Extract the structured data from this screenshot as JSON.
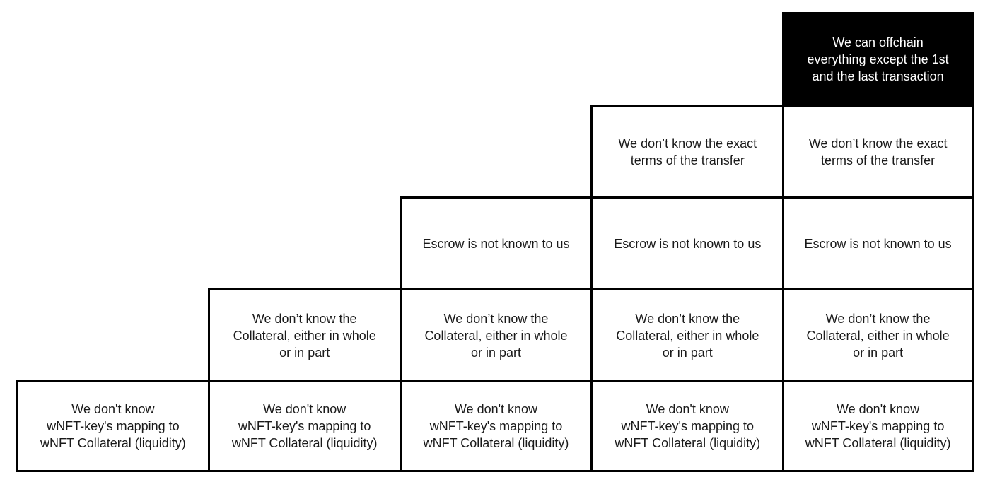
{
  "colors": {
    "background": "#ffffff",
    "border": "#000000",
    "text": "#1a1a1a",
    "highlight_bg": "#000000",
    "highlight_text": "#ffffff"
  },
  "cells": {
    "offchain": {
      "text": "We can offchain\neverything except the 1st\nand the last transaction"
    },
    "transfer": {
      "text": "We don’t know the exact\nterms of the transfer"
    },
    "escrow": {
      "text": "Escrow is not known to us"
    },
    "collateral": {
      "text": "We don’t know the\nCollateral, either in whole\nor in part"
    },
    "wnft_mapping": {
      "text": "We don't know\nwNFT-key's mapping to\nwNFT Collateral (liquidity)"
    }
  },
  "grid": {
    "rows": 5,
    "columns": 5,
    "placement": [
      {
        "row": 1,
        "cols": [
          5
        ],
        "cell": "offchain",
        "highlighted": true
      },
      {
        "row": 2,
        "cols": [
          4,
          5
        ],
        "cell": "transfer",
        "highlighted": false
      },
      {
        "row": 3,
        "cols": [
          3,
          4,
          5
        ],
        "cell": "escrow",
        "highlighted": false
      },
      {
        "row": 4,
        "cols": [
          2,
          3,
          4,
          5
        ],
        "cell": "collateral",
        "highlighted": false
      },
      {
        "row": 5,
        "cols": [
          1,
          2,
          3,
          4,
          5
        ],
        "cell": "wnft_mapping",
        "highlighted": false
      }
    ]
  }
}
